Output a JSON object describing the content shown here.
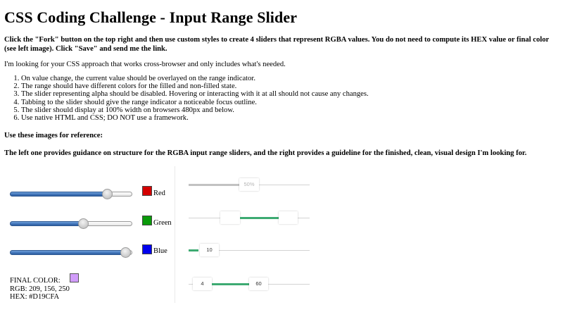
{
  "page": {
    "title": "CSS Coding Challenge - Input Range Slider",
    "intro": "Click the \"Fork\" button on the top right and then use custom styles to create 4 sliders that represent RGBA values. You do not need to compute its HEX value or final color (see left image). Click \"Save\" and send me the link.",
    "approach": "I'm looking for your CSS approach that works cross-browser and only includes what's needed.",
    "requirements": [
      "On value change, the current value should be overlayed on the range indicator.",
      "The range should have different colors for the filled and non-filled state.",
      "The slider representing alpha should be disabled. Hovering or interacting with it at all should not cause any changes.",
      "Tabbing to the slider should give the range indicator a noticeable focus outline.",
      "The slider should display at 100% width on browsers 480px and below.",
      "Use native HTML and CSS; DO NOT use a framework."
    ],
    "use_these": "Use these images for reference:",
    "left_right": "The left one provides guidance on structure for the RGBA input range sliders, and the right provides a guideline for the finished, clean, visual design I'm looking for."
  },
  "reference_left": {
    "sliders": [
      {
        "label": "Red",
        "swatch_color": "#d40000",
        "fill_pct": 79
      },
      {
        "label": "Green",
        "swatch_color": "#0a9a0a",
        "fill_pct": 60
      },
      {
        "label": "Blue",
        "swatch_color": "#0000ee",
        "fill_pct": 95
      }
    ],
    "final_color_label": "FINAL COLOR:",
    "final_color": "#D19CFA",
    "rgb_text": "RGB: 209, 156, 250",
    "hex_text": "HEX: #D19CFA"
  },
  "reference_right": {
    "sliders": [
      {
        "type": "disabled",
        "value_label": "50%"
      },
      {
        "type": "range",
        "low_label": "",
        "high_label": ""
      },
      {
        "type": "single",
        "value_label": "10"
      },
      {
        "type": "range",
        "low_label": "4",
        "high_label": "60"
      }
    ],
    "accent_color": "#3daa72"
  }
}
